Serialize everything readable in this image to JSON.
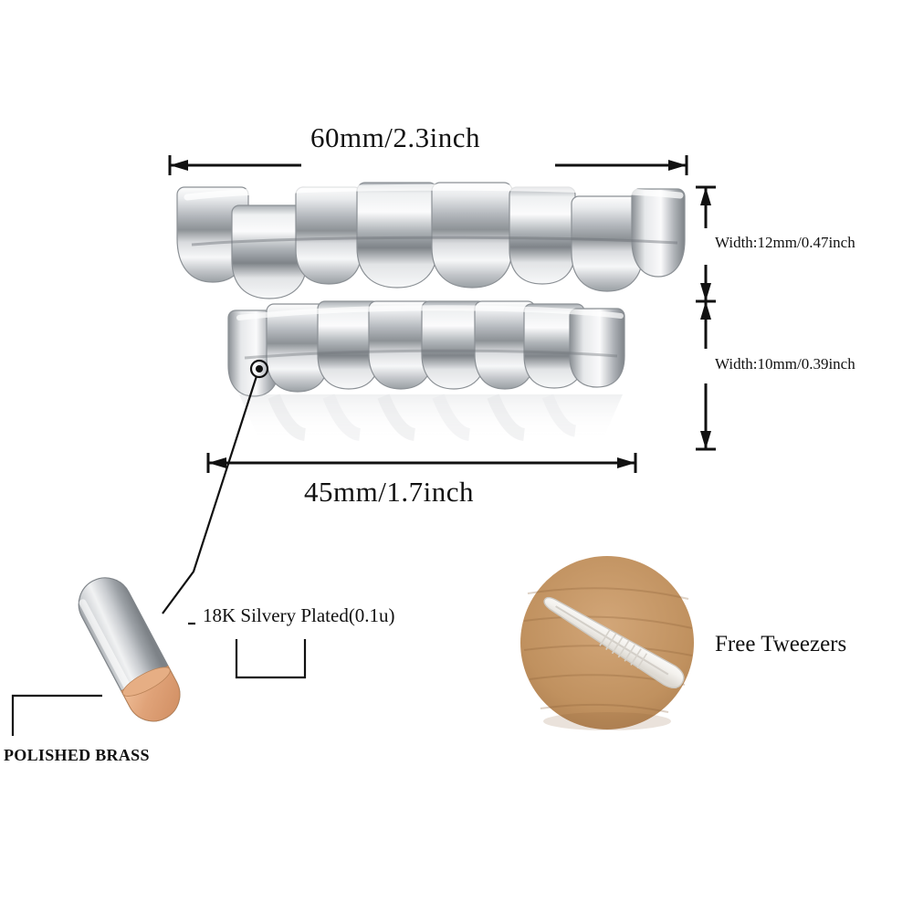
{
  "product": {
    "title": "Grillz teeth set product dimension diagram",
    "background_color": "#ffffff"
  },
  "dimensions": {
    "top_width": "60mm/2.3inch",
    "bottom_width": "45mm/1.7inch",
    "upper_height": "Width:12mm/0.47inch",
    "lower_height": "Width:10mm/0.39inch"
  },
  "annotations": {
    "plating": "18K Silvery Plated(0.1u)",
    "brass": "POLISHED BRASS",
    "tweezers": "Free Tweezers"
  },
  "colors": {
    "silver_light": "#f2f3f4",
    "silver_mid": "#b9bcc0",
    "silver_dark": "#75797e",
    "brass": "#e0a277",
    "wood": "#c79a6d",
    "line": "#111111"
  }
}
